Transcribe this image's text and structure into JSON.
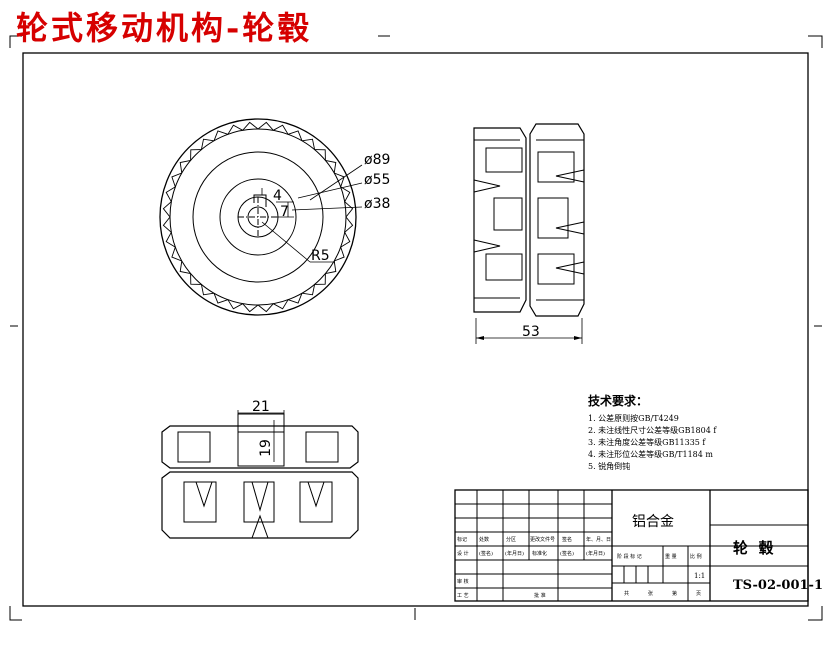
{
  "page_title": "轮式移动机构-轮毂",
  "views": {
    "front": {
      "dims": {
        "d89": "ø89",
        "d55": "ø55",
        "d38": "ø38",
        "w4": "4",
        "h7": "7",
        "r5": "R5"
      }
    },
    "side": {
      "dims": {
        "width": "53"
      }
    },
    "top": {
      "dims": {
        "w21": "21",
        "h19": "19"
      }
    }
  },
  "tech_requirements": {
    "title": "技术要求：",
    "items": [
      "1. 公差原则按GB/T4249",
      "2. 未注线性尺寸公差等级GB1804  f",
      "3. 未注角度公差等级GB11335  f",
      "4. 未注形位公差等级GB/T1184  m",
      "5. 锐角倒钝"
    ]
  },
  "title_block": {
    "material": "铝合金",
    "part_name": "轮  毂",
    "drawing_number": "TS-02-001-1",
    "scale": "1:1",
    "row_change": [
      "标记",
      "处数",
      "分区",
      "更改文件号",
      "签名",
      "年、月、日"
    ],
    "row_design": [
      "设 计",
      "(签名)",
      "(年月日)",
      "标准化",
      "(签名)",
      "(年月日)"
    ],
    "stage_row": [
      "阶 段 标 记",
      "重 量",
      "比 例"
    ],
    "review": "审 核",
    "process": "工 艺",
    "approve": "批 准",
    "sheet_row": [
      "共",
      "张",
      "第",
      "页"
    ]
  }
}
